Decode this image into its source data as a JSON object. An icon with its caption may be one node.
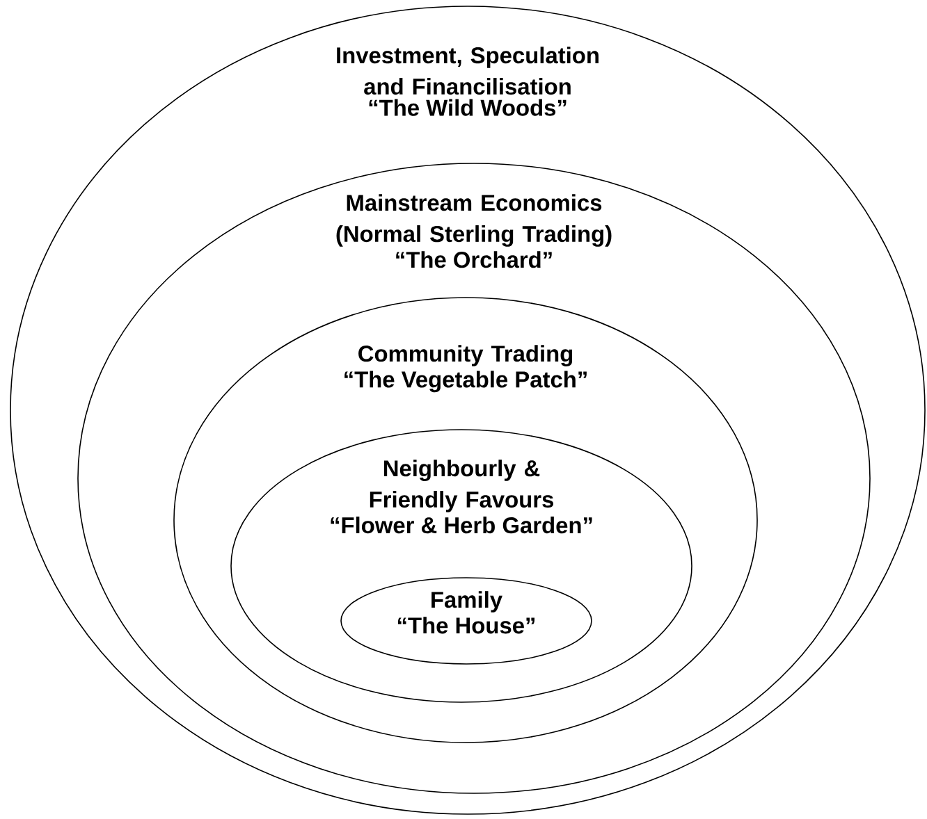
{
  "diagram": {
    "nodes": [
      {
        "text": [
          "Investment, Speculation and Financilisation",
          "“The Wild Woods”"
        ]
      },
      {
        "text": [
          "Mainstream Economics (Normal Sterling Trading)",
          "“The Orchard”"
        ],
        "in": 0
      },
      {
        "text": [
          "Community Trading",
          "“The Vegetable Patch”"
        ],
        "in": 1
      },
      {
        "text": [
          "Neighbourly & Friendly Favours",
          "“Flower & Herb Garden”"
        ],
        "in": 2
      },
      {
        "text": [
          "Family",
          "“The House”"
        ],
        "in": 3
      }
    ]
  }
}
